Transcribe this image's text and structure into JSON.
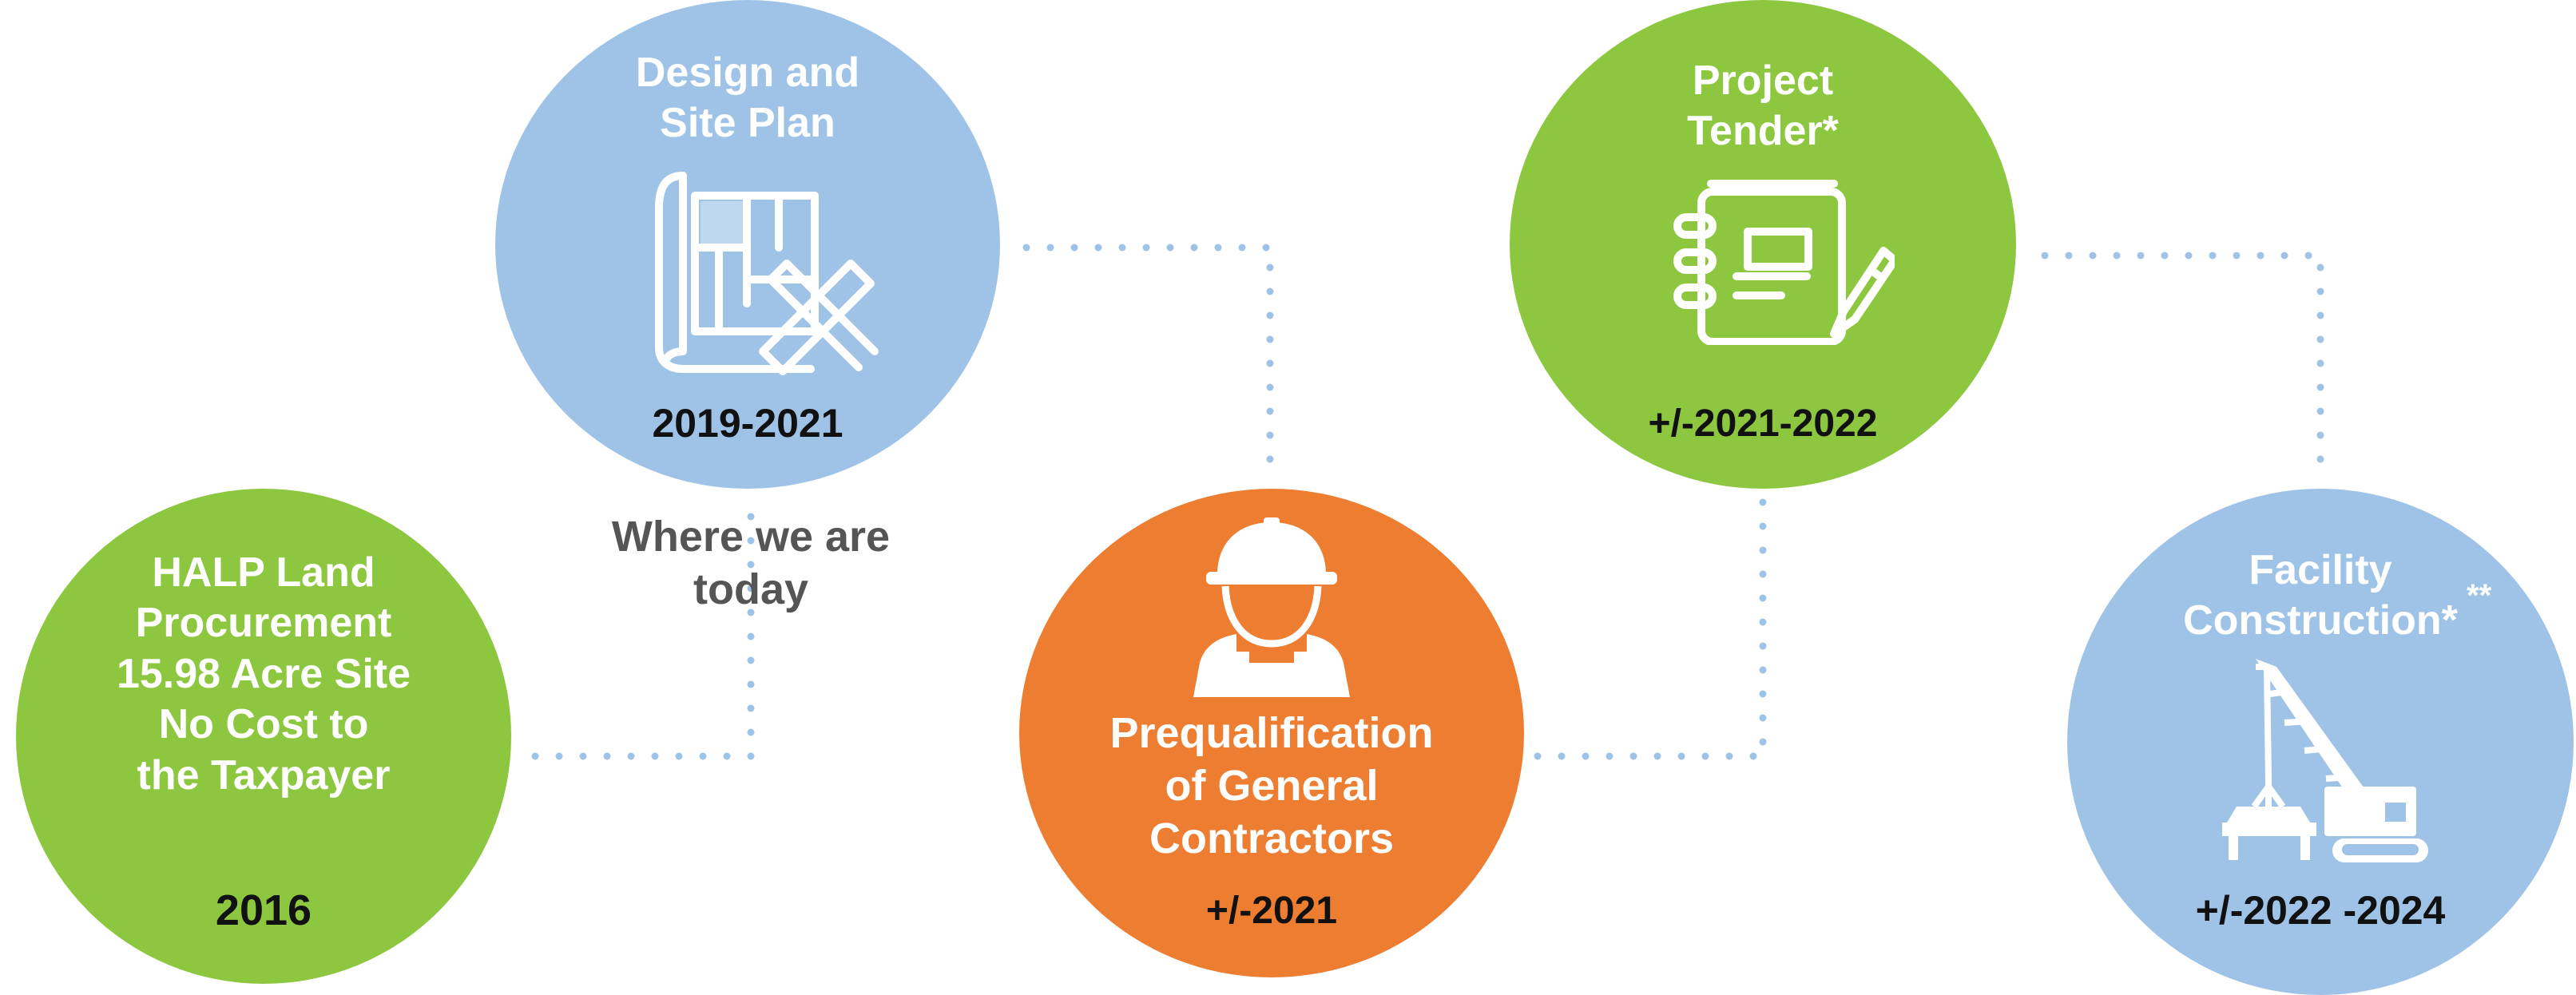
{
  "colors": {
    "green": "#8dc63f",
    "blue": "#9fc3e7",
    "orange": "#ed7d31",
    "connector": "#9fc3e7",
    "today_text": "#555555"
  },
  "stages": [
    {
      "id": "land",
      "color": "green",
      "title_lines": [
        "HALP Land",
        "Procurement",
        "15.98 Acre Site",
        "No Cost to",
        "the Taxpayer"
      ],
      "date": "2016",
      "icon": "none"
    },
    {
      "id": "design",
      "color": "blue",
      "title_lines": [
        "Design and",
        "Site Plan"
      ],
      "date": "2019-2021",
      "icon": "blueprint-pencil-ruler-icon"
    },
    {
      "id": "prequal",
      "color": "orange",
      "title_lines": [
        "Prequalification",
        "of General",
        "Contractors"
      ],
      "date": "+/-2021",
      "icon": "construction-worker-icon"
    },
    {
      "id": "tender",
      "color": "green",
      "title_lines": [
        "Project",
        "Tender*"
      ],
      "date": "+/-2021-2022",
      "icon": "notebook-pen-icon"
    },
    {
      "id": "construction",
      "color": "blue",
      "title_lines": [
        "Facility",
        "Construction*"
      ],
      "title_mark": "**",
      "date": "+/-2022 -2024",
      "icon": "crane-icon"
    }
  ],
  "today_marker": {
    "lines": [
      "Where we are",
      "today"
    ]
  }
}
